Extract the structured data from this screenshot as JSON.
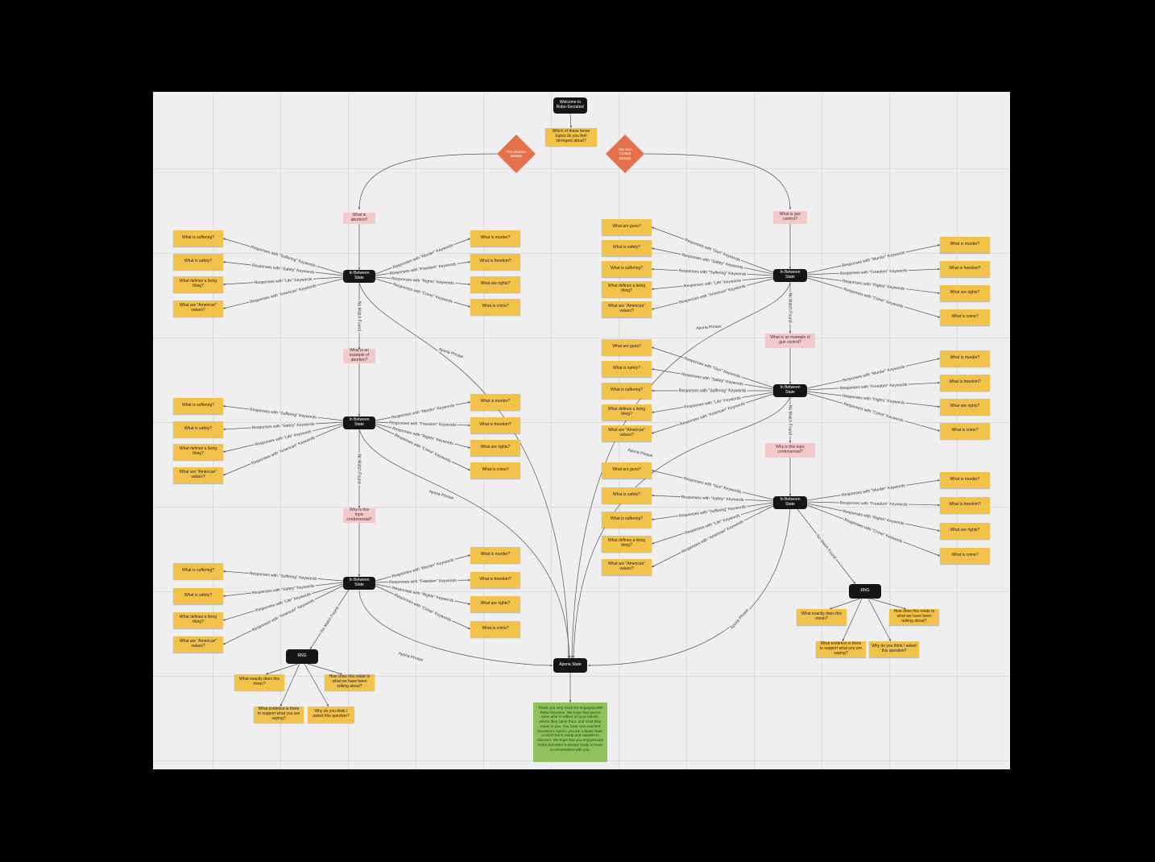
{
  "start": {
    "title": "Welcome to Robo-Socrates!"
  },
  "question": {
    "text": "Which of these tense topics do you feel strongest about?"
  },
  "choices": {
    "abortion": "The Abortion Debate",
    "gun": "The Gun Control Debate"
  },
  "states": {
    "between": "In Between State",
    "aporia": "Aporia State",
    "rng": "RNG"
  },
  "prompts": {
    "abortion_q": "What is abortion?",
    "abortion_example": "What is an example of abortion?",
    "controversial": "Why is this topic controversial?",
    "gun_q": "What is gun control?",
    "gun_example": "What is an example of gun control?"
  },
  "stickies": {
    "suffering": "What is suffering?",
    "safety": "What is safety?",
    "living": "What defines a living thing?",
    "american": "What are \"American\" values?",
    "murder": "What is murder?",
    "freedom": "What is freedom?",
    "rights": "What are rights?",
    "crime": "What is crime?",
    "guns": "What are guns?"
  },
  "rng_questions": {
    "mean": "What exactly does this mean?",
    "relate": "How does this relate to what we have been talking about?",
    "evidence": "What evidence is there to support what you are saying?",
    "why": "Why do you think I asked this question?"
  },
  "end_message": "Thank you very much for engaging with Robo-Socrates. We hope that you've been able to reflect on your beliefs, where they came from, and what they mean to you. You have now reached Socrates's Aporia: you are a blank slate, a mind that is ready and capable to discover. We hope that you enjoyed and Robo-Socrates is always ready to have a conversation with you.",
  "edge_labels": {
    "suffering": "Responses with \"Suffering\" Keywords",
    "safety": "Responses with \"Safety\" Keywords",
    "life": "Responses with \"Life\" Keywords",
    "american": "Responses with \"American\" Keywords",
    "murder": "Responses with \"Murder\" Keywords",
    "freedom": "Responses with \"Freedom\" Keywords",
    "rights": "Responses with \"Rights\" Keywords",
    "crime": "Responses with \"Crime\" Keywords",
    "gun": "Responses with \"Gun\" Keywords",
    "no_match": "No Match Found",
    "aporia": "Aporia Phrase"
  },
  "colors": {
    "sticky": "#f2c24b",
    "pink": "#f4c9cb",
    "black": "#151515",
    "diamond": "#e4714c",
    "green": "#8fc25a",
    "board": "#efefef"
  }
}
